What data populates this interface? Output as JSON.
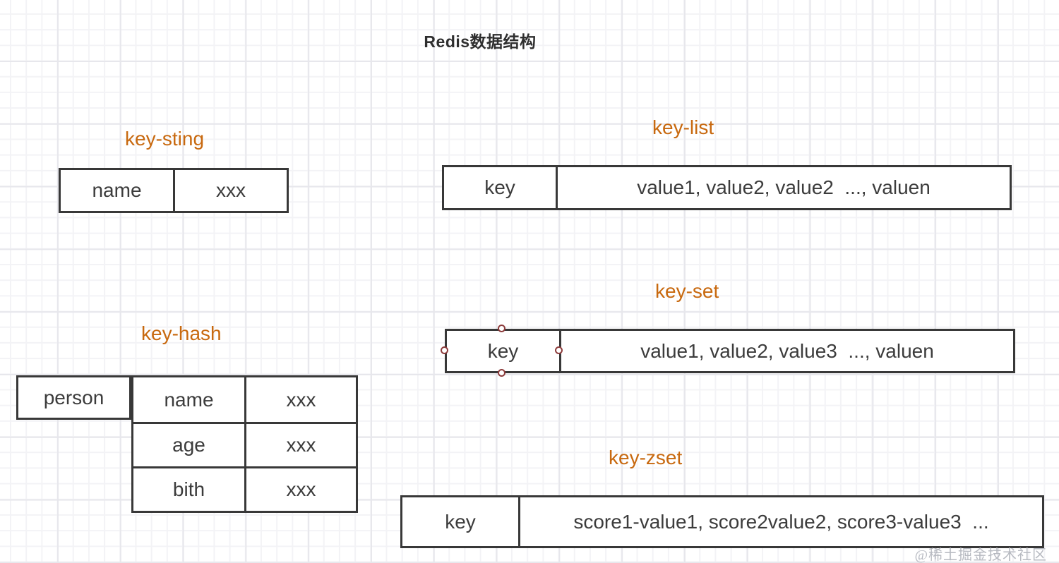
{
  "title": "Redis数据结构",
  "watermark": "@稀土掘金技术社区",
  "colors": {
    "accent_orange": "#c8690f",
    "box_border": "#383838",
    "cell_text": "#3c3c3c",
    "handle_red": "#8d3c3c",
    "grid_minor": "#f3f3f6",
    "grid_major": "#e7e7ec"
  },
  "sections": {
    "string": {
      "label": "key-sting",
      "key": "name",
      "value": "xxx"
    },
    "list": {
      "label": "key-list",
      "key": "key",
      "value": "value1, value2, value2  ..., valuen"
    },
    "set": {
      "label": "key-set",
      "key": "key",
      "value": "value1, value2, value3  ..., valuen"
    },
    "hash": {
      "label": "key-hash",
      "key": "person",
      "rows": [
        {
          "field": "name",
          "value": "xxx"
        },
        {
          "field": "age",
          "value": "xxx"
        },
        {
          "field": "bith",
          "value": "xxx"
        }
      ]
    },
    "zset": {
      "label": "key-zset",
      "key": "key",
      "value": "score1-value1, score2value2, score3-value3  ..."
    }
  }
}
